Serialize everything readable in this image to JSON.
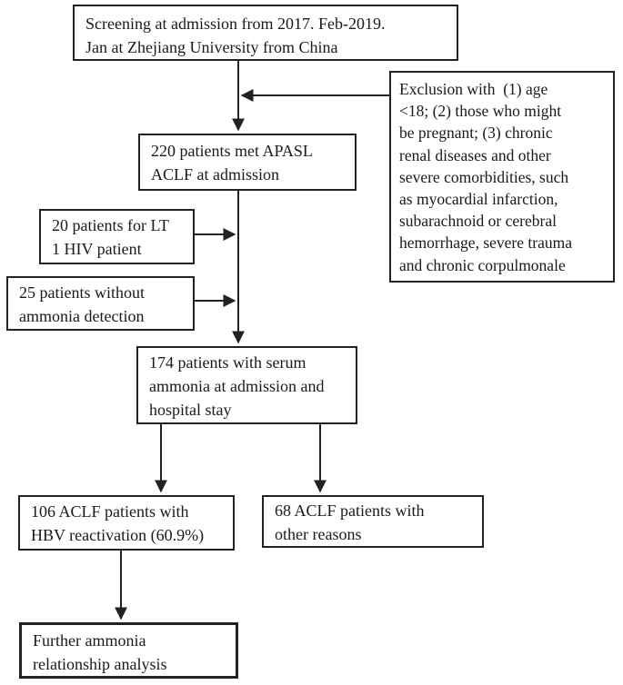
{
  "page": {
    "background_color": "#ffffff",
    "line_color": "#222222",
    "text_color": "#1a1a1a"
  },
  "flowchart": {
    "type": "study-flow-diagram",
    "nodes": {
      "screening": {
        "text": "Screening at admission from 2017. Feb-2019.\nJan at Zhejiang University from China"
      },
      "exclusion": {
        "text": "Exclusion with  (1) age\n<18; (2) those who might\nbe pregnant; (3) chronic\nrenal diseases and other\nsevere comorbidities, such\nas myocardial infarction,\nsubarachnoid or cerebral\nhemorrhage, severe trauma\nand chronic corpulmonale"
      },
      "met_apasl": {
        "text": "220 patients met APASL\nACLF at admission"
      },
      "lt_hiv": {
        "text": "20 patients for LT\n1 HIV patient"
      },
      "no_ammonia": {
        "text": "25 patients without\nammonia detection"
      },
      "serum_ammonia": {
        "text": "174 patients with serum\nammonia at admission and\nhospital stay"
      },
      "hbv_reactivation": {
        "text": "106 ACLF patients with\nHBV reactivation (60.9%)"
      },
      "other_reasons": {
        "text": "68 ACLF patients with\nother reasons"
      },
      "further_analysis": {
        "text": "Further ammonia\nrelationship analysis"
      }
    },
    "connections": [
      {
        "from": "screening",
        "to": "met_apasl"
      },
      {
        "from": "exclusion",
        "to": "screening_to_met_apasl_line"
      },
      {
        "from": "met_apasl",
        "to": "serum_ammonia"
      },
      {
        "from": "lt_hiv",
        "to": "met_apasl_to_serum_ammonia_line"
      },
      {
        "from": "no_ammonia",
        "to": "met_apasl_to_serum_ammonia_line"
      },
      {
        "from": "serum_ammonia",
        "to": "hbv_reactivation"
      },
      {
        "from": "serum_ammonia",
        "to": "other_reasons"
      },
      {
        "from": "hbv_reactivation",
        "to": "further_analysis"
      }
    ]
  }
}
